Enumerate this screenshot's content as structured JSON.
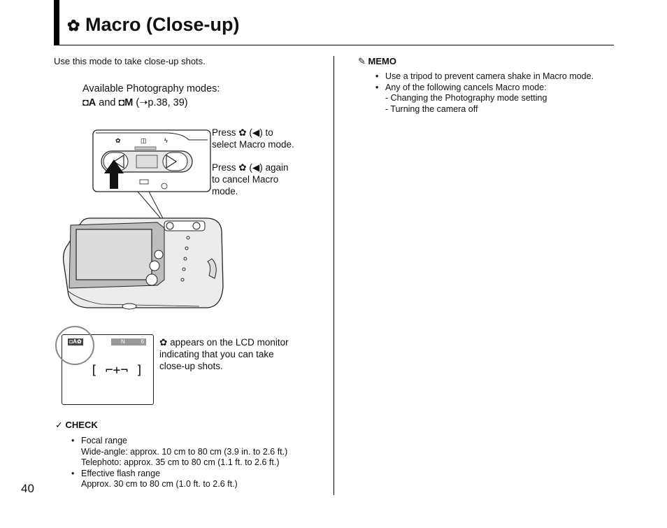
{
  "header": {
    "title_icon": "macro-flower-icon",
    "title": "Macro (Close-up)"
  },
  "intro": "Use this mode to take close-up shots.",
  "modes": {
    "line1": "Available Photography modes:",
    "line2": "and",
    "line2_ref": "(➝p.38, 39)"
  },
  "instructions": {
    "press_select_a": "Press",
    "press_select_b": "(",
    "press_select_c": ") to",
    "press_select_d": "select Macro mode.",
    "press_cancel_a": "Press",
    "press_cancel_b": "(",
    "press_cancel_c": ") again",
    "press_cancel_d": "to cancel Macro",
    "press_cancel_e": "mode."
  },
  "lcd_caption": {
    "line1": "appears on the LCD monitor",
    "line2": "indicating that you can take",
    "line3": "close-up shots."
  },
  "lcd": {
    "quality": "N",
    "count": "6"
  },
  "check": {
    "heading": "CHECK",
    "items": [
      {
        "label": "Focal range",
        "lines": [
          "Wide-angle: approx. 10 cm to 80 cm (3.9 in. to 2.6 ft.)",
          "Telephoto: approx. 35 cm to 80 cm (1.1 ft. to 2.6 ft.)"
        ]
      },
      {
        "label": "Effective flash range",
        "lines": [
          "Approx. 30 cm to 80 cm (1.0 ft. to 2.6 ft.)"
        ]
      }
    ]
  },
  "memo": {
    "heading": "MEMO",
    "items": [
      "Use a tripod to prevent camera shake in Macro mode.",
      "Any of the following cancels Macro mode:"
    ],
    "subitems": [
      "-  Changing the Photography mode setting",
      "-  Turning the camera off"
    ]
  },
  "page_number": "40"
}
